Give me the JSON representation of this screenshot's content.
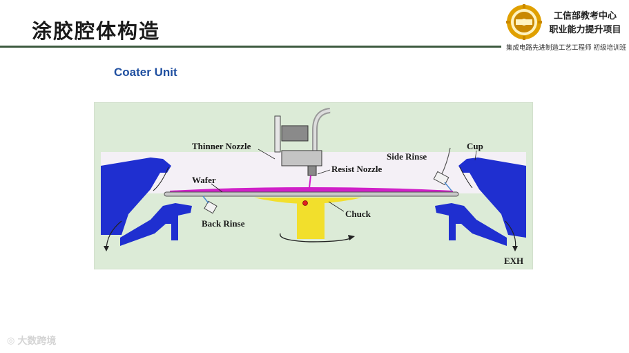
{
  "header": {
    "title": "涂胶腔体构造",
    "org_line1": "工信部教考中心",
    "org_line2": "职业能力提升项目",
    "org_sub": "集成电路先进制造工艺工程师 初级培训班"
  },
  "section": {
    "title": "Coater Unit"
  },
  "diagram": {
    "labels": {
      "thinner_nozzle": "Thinner Nozzle",
      "resist_nozzle": "Resist Nozzle",
      "side_rinse": "Side Rinse",
      "cup": "Cup",
      "wafer": "Wafer",
      "chuck": "Chuck",
      "back_rinse": "Back Rinse",
      "exh": "EXH"
    },
    "colors": {
      "cup": "#1f2fd0",
      "wafer": "#d020c8",
      "chuck": "#f2df2c",
      "background": "#dcebd7",
      "inner": "#f4f0f6"
    }
  },
  "watermark": {
    "icon": "camera-icon",
    "text": "大数跨境"
  }
}
